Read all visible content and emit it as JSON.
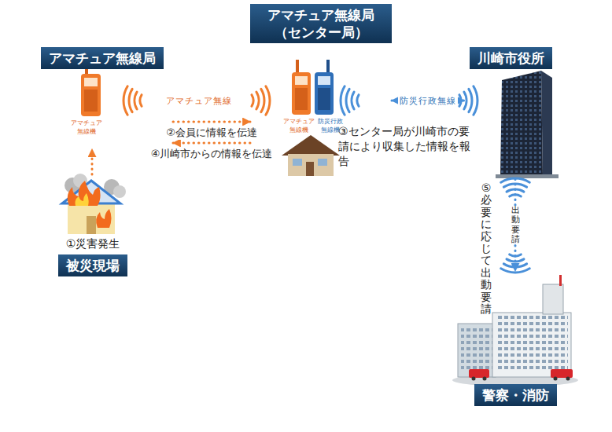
{
  "diagram": {
    "nodes": [
      {
        "text": [
          "アマチュア無線局"
        ]
      },
      {
        "text": [
          "アマチュア無線局（センター局）"
        ]
      },
      {
        "text": [
          "川崎市役所"
        ]
      },
      {
        "text": [
          "被災現場"
        ]
      },
      {
        "text": [
          "警察・消防"
        ]
      }
    ],
    "edges": [
      {
        "from": 0,
        "to": 1,
        "arrow": "to",
        "label": "②会員に情報を伝達"
      },
      {
        "from": 1,
        "to": 0,
        "arrow": "to",
        "label": "④川崎市からの情報を伝達"
      },
      {
        "from": 1,
        "to": 2,
        "arrow": "both",
        "label": "防災行政無線"
      },
      {
        "from": 3,
        "to": 0,
        "arrow": "to"
      },
      {
        "from": 2,
        "to": 4,
        "arrow": "to",
        "label": "出動要請"
      }
    ],
    "labels": [
      "アマチュア無線",
      "アマチュア無線機",
      "アマチュア無線機",
      "防災行政無線機",
      "③センター局が川崎市の要請により収集した情報を報告",
      "①災害発生",
      "⑤必要に応じて出動要請"
    ]
  }
}
